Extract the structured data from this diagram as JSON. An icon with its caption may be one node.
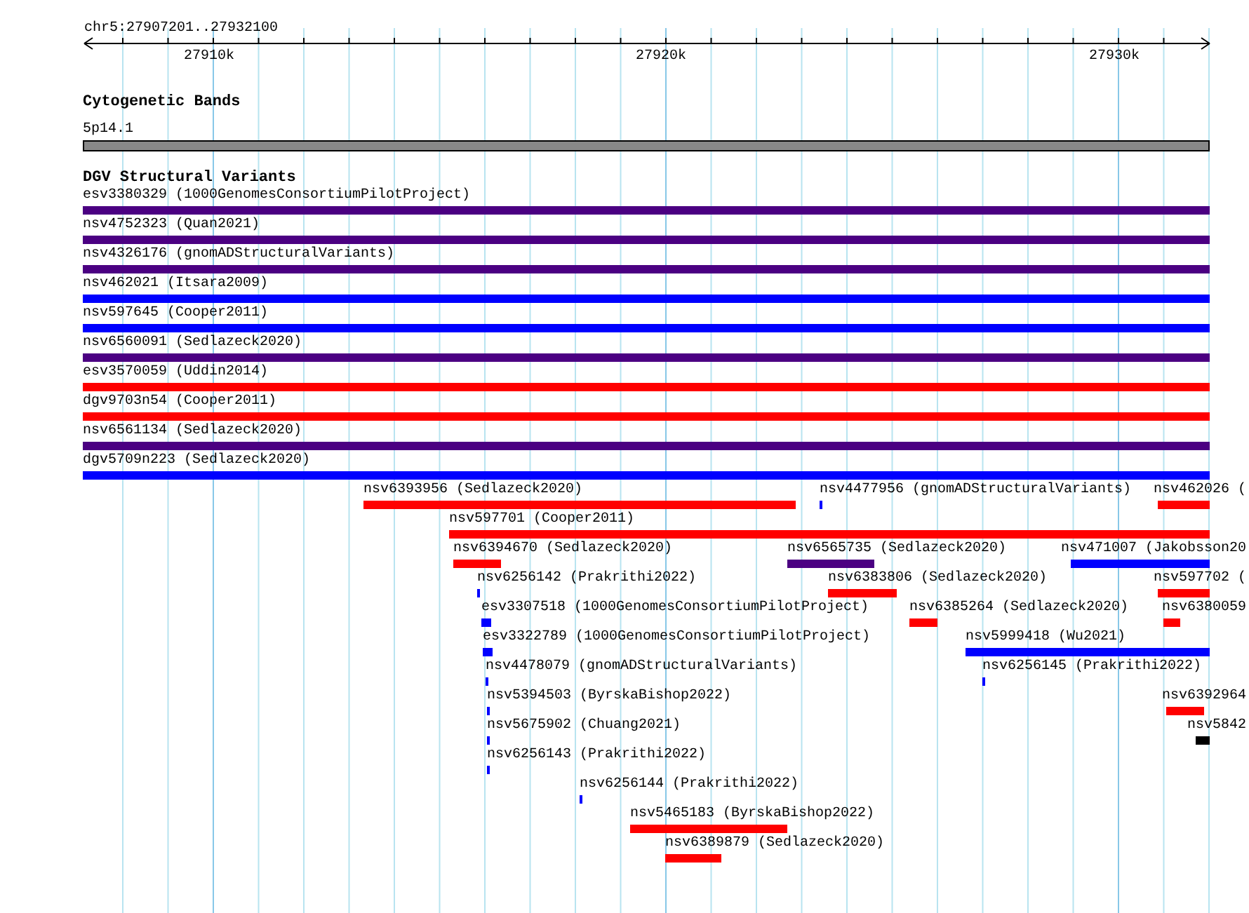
{
  "diagram": {
    "nodes": [
      {
        "text": [
          "5p14.1"
        ]
      },
      {
        "text": [
          "esv3380329 (1000GenomesConsortiumPilotProject)"
        ]
      },
      {
        "text": [
          "nsv4752323 (Quan2021)"
        ]
      },
      {
        "text": [
          "nsv4326176 (gnomADStructuralVariants)"
        ]
      },
      {
        "text": [
          "nsv462021 (Itsara2009)"
        ]
      },
      {
        "text": [
          "nsv597645 (Cooper2011)"
        ]
      },
      {
        "text": [
          "nsv6560091 (Sedlazeck2020)"
        ]
      },
      {
        "text": [
          "esv3570059 (Uddin2014)"
        ]
      },
      {
        "text": [
          "dgv9703n54 (Cooper2011)"
        ]
      },
      {
        "text": [
          "nsv6561134 (Sedlazeck2020)"
        ]
      },
      {
        "text": [
          "dgv5709n223 (Sedlazeck2020)"
        ]
      },
      {
        "text": [
          "nsv6393956 (Sedlazeck2020)"
        ]
      },
      {
        "text": [
          "nsv4477956 (gnomADStructuralVariants)"
        ]
      },
      {
        "text": [
          "nsv462026 ("
        ]
      },
      {
        "text": [
          "nsv597701 (Cooper2011)"
        ]
      },
      {
        "text": [
          "nsv6394670 (Sedlazeck2020)"
        ]
      },
      {
        "text": [
          "nsv6565735 (Sedlazeck2020)"
        ]
      },
      {
        "text": [
          "nsv471007 (Jakobsson20"
        ]
      },
      {
        "text": [
          "nsv6256142 (Prakrithi2022)"
        ]
      },
      {
        "text": [
          "nsv6383806 (Sedlazeck2020)"
        ]
      },
      {
        "text": [
          "nsv597702 ("
        ]
      },
      {
        "text": [
          "esv3307518 (1000GenomesConsortiumPilotProject)"
        ]
      },
      {
        "text": [
          "nsv6385264 (Sedlazeck2020)"
        ]
      },
      {
        "text": [
          "nsv6380059"
        ]
      },
      {
        "text": [
          "esv3322789 (1000GenomesConsortiumPilotProject)"
        ]
      },
      {
        "text": [
          "nsv5999418 (Wu2021)"
        ]
      },
      {
        "text": [
          "nsv4478079 (gnomADStructuralVariants)"
        ]
      },
      {
        "text": [
          "nsv6256145 (Prakrithi2022)"
        ]
      },
      {
        "text": [
          "nsv5394503 (ByrskaBishop2022)"
        ]
      },
      {
        "text": [
          "nsv6392964"
        ]
      },
      {
        "text": [
          "nsv5675902 (Chuang2021)"
        ]
      },
      {
        "text": [
          "nsv5842"
        ]
      },
      {
        "text": [
          "nsv6256143 (Prakrithi2022)"
        ]
      },
      {
        "text": [
          "nsv6256144 (Prakrithi2022)"
        ]
      },
      {
        "text": [
          "nsv5465183 (ByrskaBishop2022)"
        ]
      },
      {
        "text": [
          "nsv6389879 (Sedlazeck2020)"
        ]
      }
    ],
    "labels": [
      "chr5:27907201..27932100",
      "27910k",
      "27920k",
      "27930k",
      "Cytogenetic Bands",
      "DGV Structural Variants"
    ]
  }
}
